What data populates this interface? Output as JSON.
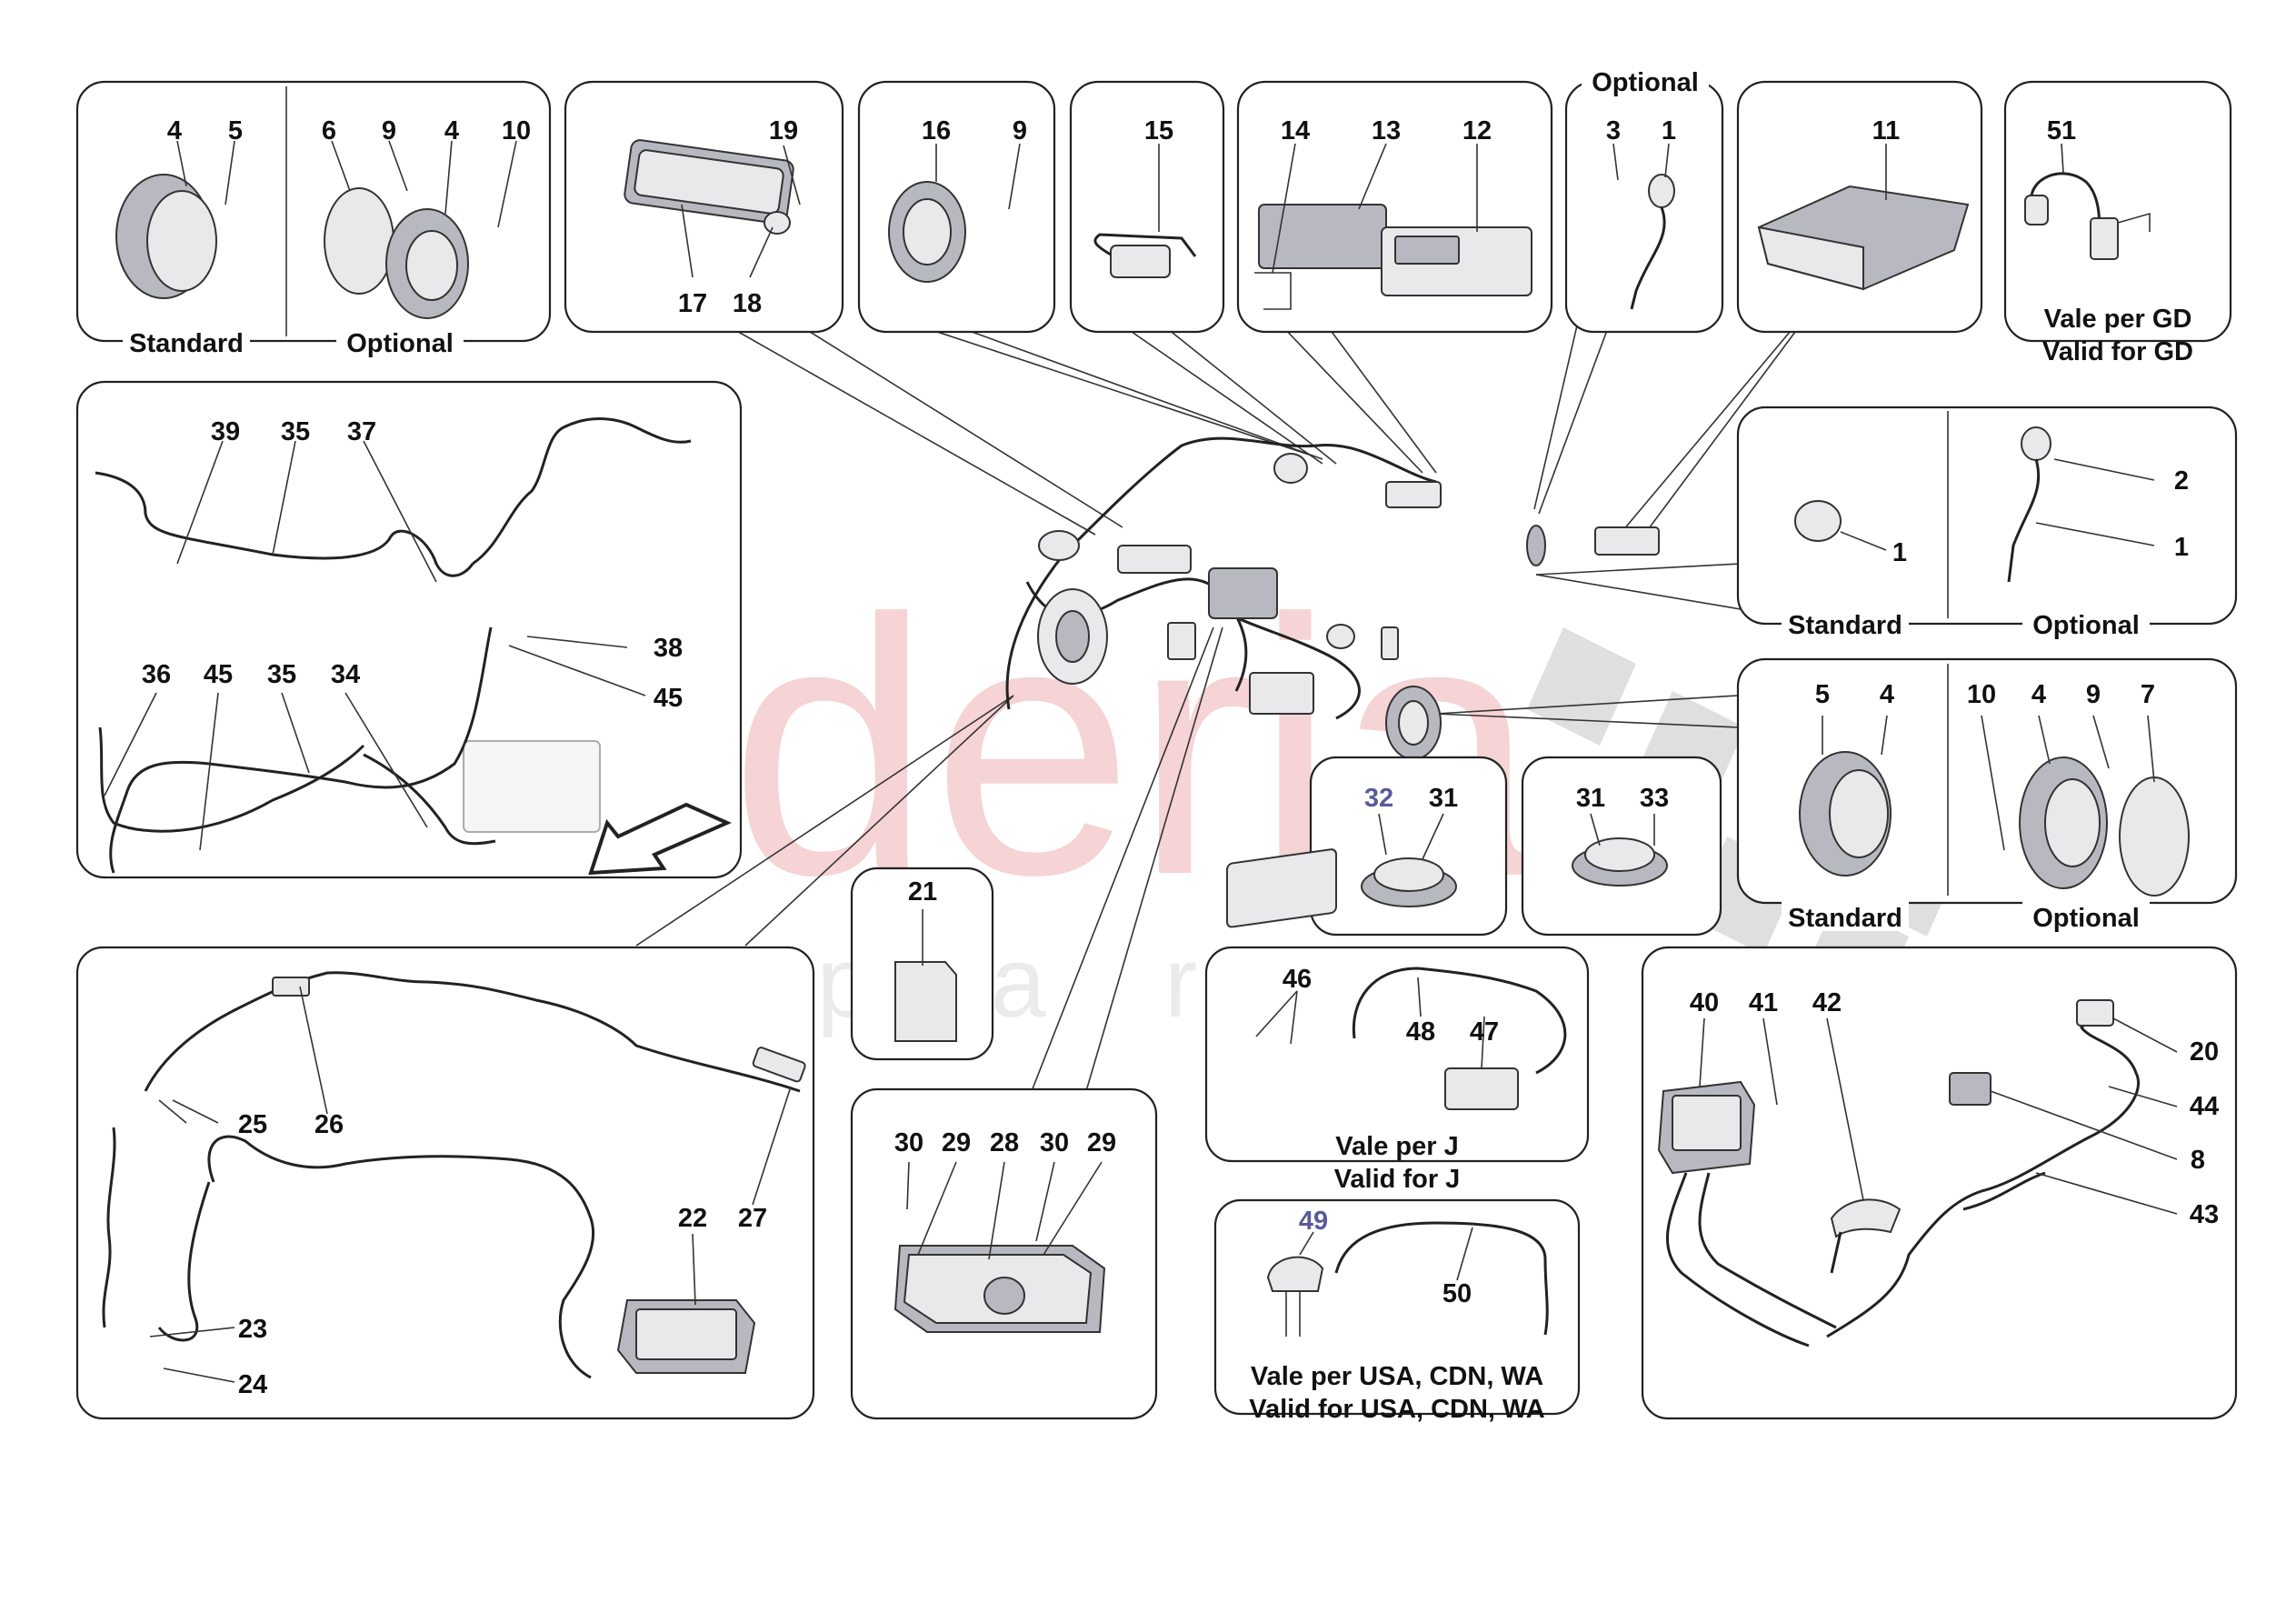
{
  "watermark": {
    "main": "scuderia",
    "sub": "car parts",
    "color": "#d73a45"
  },
  "captions": {
    "standard": "Standard",
    "optional": "Optional",
    "gd_it": "Vale per GD",
    "gd_en": "Valid for GD",
    "j_it": "Vale per J",
    "j_en": "Valid for J",
    "usa_it": "Vale per USA, CDN, WA",
    "usa_en": "Valid for USA, CDN, WA"
  },
  "callouts": {
    "p1": [
      "4",
      "5",
      "6",
      "9",
      "4",
      "10"
    ],
    "p2": [
      "19",
      "17",
      "18"
    ],
    "p3": [
      "16",
      "9"
    ],
    "p4": [
      "15"
    ],
    "p5": [
      "14",
      "13",
      "12"
    ],
    "p6": [
      "3",
      "1"
    ],
    "p7": [
      "11"
    ],
    "p8": [
      "51"
    ],
    "p9": [
      "39",
      "35",
      "37",
      "38",
      "45",
      "36",
      "45",
      "35",
      "34"
    ],
    "p10": [
      "2",
      "1",
      "1"
    ],
    "p11": [
      "5",
      "4",
      "10",
      "4",
      "9",
      "7"
    ],
    "p12": [
      "32",
      "31"
    ],
    "p13": [
      "31",
      "33"
    ],
    "p14": [
      "21"
    ],
    "p15": [
      "46",
      "48",
      "47"
    ],
    "p16": [
      "49",
      "50"
    ],
    "p17": [
      "30",
      "29",
      "28",
      "30",
      "29"
    ],
    "p18": [
      "25",
      "26",
      "27",
      "22",
      "23",
      "24"
    ],
    "p19": [
      "40",
      "41",
      "42",
      "20",
      "44",
      "8",
      "43"
    ]
  }
}
